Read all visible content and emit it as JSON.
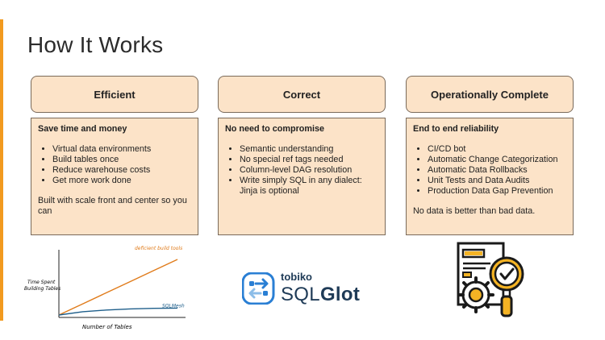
{
  "title": "How It Works",
  "columns": [
    {
      "header": "Efficient",
      "subtitle": "Save time and money",
      "bullets": [
        "Virtual data environments",
        "Build tables once",
        "Reduce warehouse costs",
        "Get more work done"
      ],
      "note": "Built with scale front and center so you can"
    },
    {
      "header": "Correct",
      "subtitle": "No need to compromise",
      "bullets": [
        "Semantic understanding",
        "No special ref tags needed",
        "Column-level DAG resolution",
        "Write simply SQL in any dialect: Jinja is optional"
      ],
      "note": ""
    },
    {
      "header": "Operationally Complete",
      "subtitle": "End to end reliability",
      "bullets": [
        "CI/CD bot",
        "Automatic Change Categorization",
        "Automatic Data Rollbacks",
        "Unit Tests and Data Audits",
        "Production Data Gap Prevention"
      ],
      "note": "No data is better than bad data."
    }
  ],
  "chart_data": {
    "type": "line",
    "xlabel": "Number of Tables",
    "ylabel": "Time Spent Building Tables",
    "x": [
      0,
      1,
      2,
      3,
      4,
      5
    ],
    "series": [
      {
        "name": "deficient build tools",
        "color": "#e07b1a",
        "values": [
          0,
          2,
          4,
          6,
          8,
          10
        ]
      },
      {
        "name": "SQLMesh",
        "color": "#1f5f8b",
        "values": [
          0,
          0.6,
          0.9,
          1.1,
          1.2,
          1.25
        ]
      }
    ],
    "ylim": [
      0,
      10
    ],
    "grid": false
  },
  "logo": {
    "company": "tobiko",
    "product_prefix": "SQL",
    "product_suffix": "Glot",
    "icon": "sqlglot-logo-icon"
  },
  "icon": "report-gear-magnifier-icon",
  "colors": {
    "accent": "#f29a1f",
    "card_fill": "#fce3c8",
    "card_border": "#7a6a5a",
    "brand": "#1f3b57",
    "logo_blue": "#2a7fd4"
  }
}
